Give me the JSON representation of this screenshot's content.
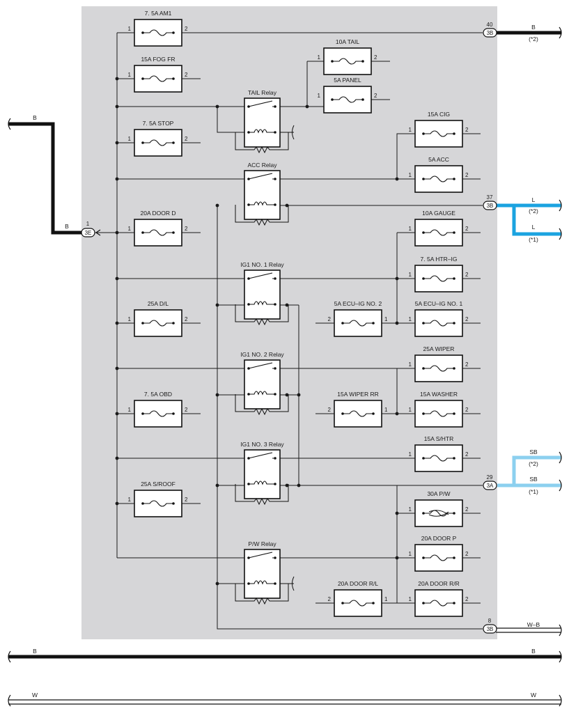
{
  "fuses": [
    {
      "id": "am1",
      "label": "7. 5A AM1",
      "pin_in": "1",
      "pin_out": "2",
      "blown": false
    },
    {
      "id": "fog-fr",
      "label": "15A FOG FR",
      "pin_in": "1",
      "pin_out": "2",
      "blown": false
    },
    {
      "id": "stop",
      "label": "7. 5A STOP",
      "pin_in": "1",
      "pin_out": "2",
      "blown": false
    },
    {
      "id": "door-d",
      "label": "20A DOOR D",
      "pin_in": "1",
      "pin_out": "2",
      "blown": false
    },
    {
      "id": "dl",
      "label": "25A D/L",
      "pin_in": "1",
      "pin_out": "2",
      "blown": false
    },
    {
      "id": "obd",
      "label": "7. 5A OBD",
      "pin_in": "1",
      "pin_out": "2",
      "blown": false
    },
    {
      "id": "sroof",
      "label": "25A S/ROOF",
      "pin_in": "1",
      "pin_out": "2",
      "blown": false
    },
    {
      "id": "tail",
      "label": "10A TAIL",
      "pin_in": "1",
      "pin_out": "2",
      "blown": false
    },
    {
      "id": "panel",
      "label": "5A PANEL",
      "pin_in": "1",
      "pin_out": "2",
      "blown": false
    },
    {
      "id": "cig",
      "label": "15A CIG",
      "pin_in": "1",
      "pin_out": "2",
      "blown": false
    },
    {
      "id": "acc",
      "label": "5A ACC",
      "pin_in": "1",
      "pin_out": "2",
      "blown": false
    },
    {
      "id": "gauge",
      "label": "10A GAUGE",
      "pin_in": "1",
      "pin_out": "2",
      "blown": false
    },
    {
      "id": "htr-ig",
      "label": "7. 5A HTR–IG",
      "pin_in": "1",
      "pin_out": "2",
      "blown": false
    },
    {
      "id": "ecu-ig-2",
      "label": "5A ECU–IG NO. 2",
      "pin_in": "2",
      "pin_out": "1",
      "blown": false
    },
    {
      "id": "ecu-ig-1",
      "label": "5A ECU–IG NO. 1",
      "pin_in": "1",
      "pin_out": "2",
      "blown": false
    },
    {
      "id": "wiper",
      "label": "25A WIPER",
      "pin_in": "1",
      "pin_out": "2",
      "blown": false
    },
    {
      "id": "wiper-rr",
      "label": "15A WIPER RR",
      "pin_in": "2",
      "pin_out": "1",
      "blown": false
    },
    {
      "id": "washer",
      "label": "15A WASHER",
      "pin_in": "1",
      "pin_out": "2",
      "blown": false
    },
    {
      "id": "shtr",
      "label": "15A S/HTR",
      "pin_in": "1",
      "pin_out": "2",
      "blown": false
    },
    {
      "id": "pw",
      "label": "30A P/W",
      "pin_in": "1",
      "pin_out": "2",
      "blown": true
    },
    {
      "id": "door-p",
      "label": "20A DOOR P",
      "pin_in": "1",
      "pin_out": "2",
      "blown": false
    },
    {
      "id": "door-rl",
      "label": "20A DOOR R/L",
      "pin_in": "2",
      "pin_out": "1",
      "blown": false
    },
    {
      "id": "door-rr",
      "label": "20A DOOR R/R",
      "pin_in": "1",
      "pin_out": "2",
      "blown": false
    }
  ],
  "relays": [
    {
      "id": "tail",
      "label": "TAIL Relay"
    },
    {
      "id": "acc",
      "label": "ACC Relay"
    },
    {
      "id": "ig1-no1",
      "label": "IG1 NO. 1 Relay"
    },
    {
      "id": "ig1-no2",
      "label": "IG1 NO. 2 Relay"
    },
    {
      "id": "ig1-no3",
      "label": "IG1 NO. 3 Relay"
    },
    {
      "id": "pw",
      "label": "P/W Relay"
    }
  ],
  "connectors": [
    {
      "id": "3b-40",
      "code": "3B",
      "pin": "40"
    },
    {
      "id": "3b-37",
      "code": "3B",
      "pin": "37"
    },
    {
      "id": "3a-29",
      "code": "3A",
      "pin": "29"
    },
    {
      "id": "3b-8",
      "code": "3B",
      "pin": "8"
    },
    {
      "id": "3e-1",
      "code": "3E",
      "pin": "1"
    }
  ],
  "wires": [
    {
      "id": "in-b",
      "color_code": "B",
      "note": ""
    },
    {
      "id": "in-b-lower",
      "color_code": "B",
      "note": ""
    },
    {
      "id": "out-40-b",
      "color_code": "B",
      "note": "(*2)"
    },
    {
      "id": "out-37-l2",
      "color_code": "L",
      "note": "(*2)"
    },
    {
      "id": "out-37-l1",
      "color_code": "L",
      "note": "(*1)"
    },
    {
      "id": "out-29-sb2",
      "color_code": "SB",
      "note": "(*2)"
    },
    {
      "id": "out-29-sb1",
      "color_code": "SB",
      "note": "(*1)"
    },
    {
      "id": "out-8-wb",
      "color_code": "W–B",
      "note": ""
    },
    {
      "id": "bus-b-left",
      "color_code": "B",
      "note": ""
    },
    {
      "id": "bus-b-right",
      "color_code": "B",
      "note": ""
    },
    {
      "id": "bus-w-left",
      "color_code": "W",
      "note": ""
    },
    {
      "id": "bus-w-right",
      "color_code": "W",
      "note": ""
    }
  ],
  "colors": {
    "panel": "#d6d6d8",
    "wire_black": "#111111",
    "wire_blue": "#1ba3e0",
    "wire_skyblue": "#8cd0ef",
    "line": "#1a1a1a"
  }
}
